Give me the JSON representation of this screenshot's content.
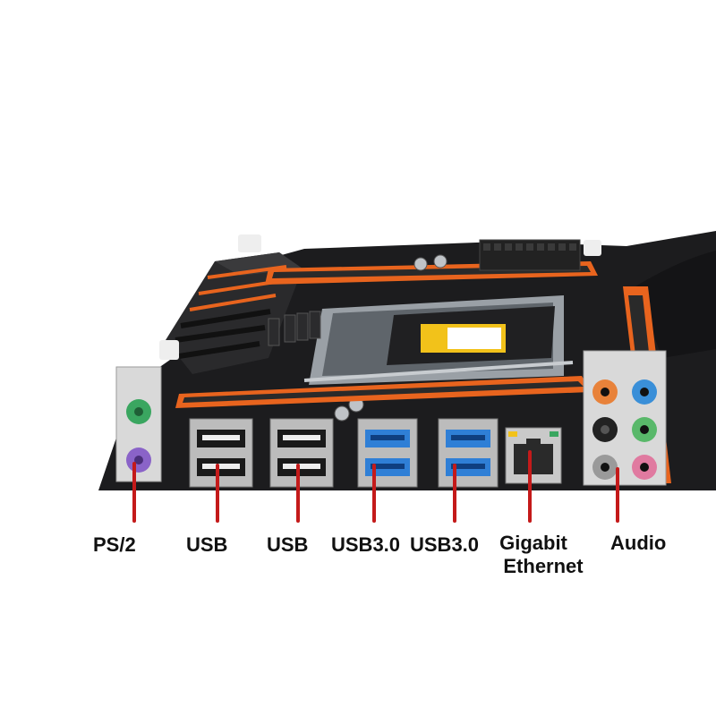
{
  "labels": {
    "ps2": "PS/2",
    "usb_a": "USB",
    "usb_b": "USB",
    "usb3_a": "USB3.0",
    "usb3_b": "USB3.0",
    "ethernet_line1": "Gigabit",
    "ethernet_line2": "Ethernet",
    "audio": "Audio"
  },
  "colors": {
    "pointer": "#c41a1a",
    "board": "#1c1c1e",
    "accent_orange": "#e8641e",
    "io_shield": "#d9d9d9",
    "usb3_blue": "#2f7fd6",
    "ps2_green": "#3aa660",
    "ps2_purple": "#8a63c8",
    "audio_blue": "#3a8fd8",
    "audio_green": "#59b86a",
    "audio_pink": "#e07aa0",
    "audio_orange": "#e8823a",
    "audio_black": "#222222",
    "audio_gray": "#9a9a9a"
  }
}
